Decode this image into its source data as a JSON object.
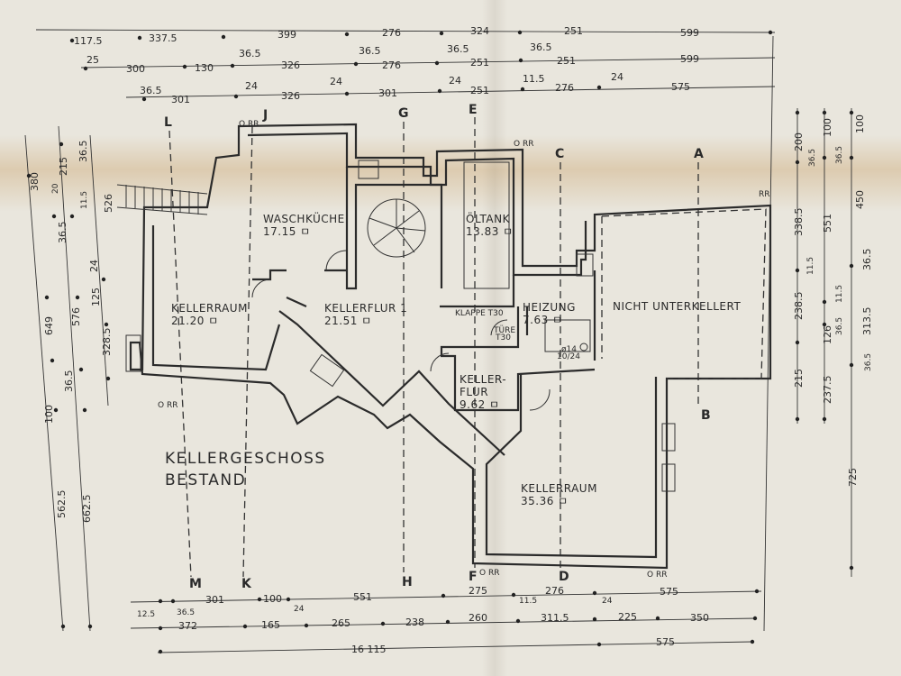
{
  "title": {
    "line1": "KELLERGESCHOSS",
    "line2": "BESTAND"
  },
  "rooms": [
    {
      "name": "WASCHKÜCHE",
      "area": "17.15 ㅁ"
    },
    {
      "name": "ÖLTANK",
      "area": "13.83 ㅁ"
    },
    {
      "name": "KELLERRAUM",
      "area": "21.20 ㅁ"
    },
    {
      "name": "KELLERFLUR 1",
      "area": "21.51 ㅁ"
    },
    {
      "name": "HEIZUNG",
      "area": "7.63 ㅁ"
    },
    {
      "name": "NICHT UNTERKELLERT",
      "area": ""
    },
    {
      "name": "KELLER-",
      "area": "FLUR"
    },
    {
      "name": "9.62 ㅁ",
      "area": ""
    },
    {
      "name": "KELLERRAUM",
      "area": "35.36 ㅁ"
    }
  ],
  "notes": {
    "klappe": "KLAPPE T30",
    "tuere": "TÜRE",
    "tuere2": "T30",
    "chimney1": "ø14",
    "chimney2": "10/24",
    "rr": "RR",
    "orr": "O RR"
  },
  "axes_top": [
    "L",
    "J",
    "G",
    "E",
    "C",
    "A"
  ],
  "axes_bottom": [
    "M",
    "K",
    "H",
    "F",
    "D",
    "B"
  ],
  "dims_top": {
    "row1": [
      "117.5",
      "337.5",
      "399",
      "276",
      "324",
      "251",
      "599"
    ],
    "row2": [
      "25",
      "300",
      "130",
      "36.5",
      "326",
      "36.5",
      "276",
      "36.5",
      "251",
      "36.5",
      "251",
      "599"
    ],
    "row3": [
      "36.5",
      "301",
      "24",
      "326",
      "24",
      "301",
      "24",
      "251",
      "11.5",
      "276",
      "24",
      "575"
    ]
  },
  "dims_bottom": {
    "row1": [
      "301",
      "100",
      "551",
      "275",
      "276",
      "575"
    ],
    "row1b": [
      "12.5",
      "36.5",
      "24",
      "11.5",
      "24"
    ],
    "row2": [
      "372",
      "165",
      "265",
      "238",
      "260",
      "311.5",
      "225",
      "350"
    ],
    "row3": [
      "16 115",
      "575"
    ]
  },
  "dims_left": [
    "380",
    "215",
    "20",
    "36.5",
    "11.5",
    "526",
    "36.5",
    "24",
    "125",
    "649",
    "576",
    "328.5",
    "36.5",
    "100",
    "562.5",
    "662.5"
  ],
  "dims_right": [
    "200",
    "100",
    "100",
    "36.5",
    "36.5",
    "338.5",
    "551",
    "450",
    "11.5",
    "36.5",
    "238.5",
    "11.5",
    "126",
    "36.5",
    "313.5",
    "215",
    "237.5",
    "36.5",
    "725"
  ]
}
